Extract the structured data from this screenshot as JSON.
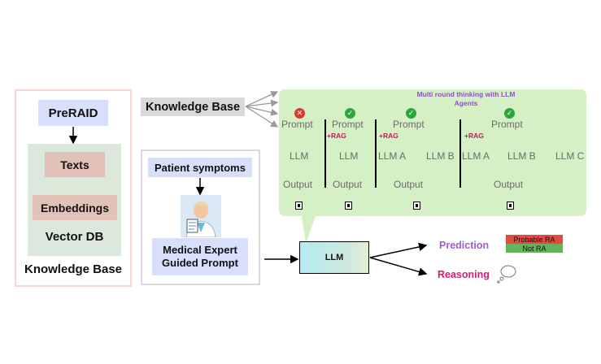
{
  "knowledge_base": {
    "preraid": "PreRAID",
    "texts": "Texts",
    "embeddings": "Embeddings",
    "vector_db": "Vector DB",
    "caption": "Knowledge Base"
  },
  "patient": {
    "symptoms": "Patient symptoms",
    "prompt_line1": "Medical Expert",
    "prompt_line2": "Guided Prompt"
  },
  "kb_label": "Knowledge Base",
  "panel": {
    "title_line1": "Multi round thinking with LLM",
    "title_line2": "Agents",
    "prompt": "Prompt",
    "llm": "LLM",
    "output": "Output",
    "rag": "+RAG",
    "llm_a": "LLM A",
    "llm_b": "LLM B",
    "llm_c": "LLM C",
    "x_symbol": "✕",
    "check_symbol": "✓"
  },
  "main_llm": "LLM",
  "outputs": {
    "prediction": "Prediction",
    "reasoning": "Reasoning",
    "probable_ra": "Probable RA",
    "not_ra": "Not RA"
  },
  "colors": {
    "prediction": "#a05bd6",
    "reasoning": "#d81b7a",
    "probable_ra": "#e04b42",
    "not_ra": "#64b35a"
  }
}
